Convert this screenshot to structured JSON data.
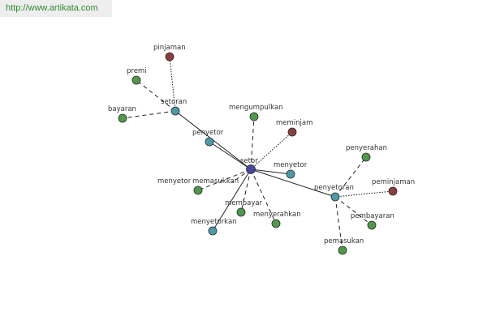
{
  "banner": {
    "url": "http://www.artikata.com"
  },
  "palette": {
    "center": "#4646a0",
    "hub": "#4d9aa8",
    "leaf": "#4f9a4a",
    "special": "#8a3f3f",
    "banner_bg": "#eeeeee",
    "banner_text": "#2e8b2e"
  },
  "nodes": [
    {
      "id": "setor",
      "label": "setor",
      "kind": "center"
    },
    {
      "id": "setoran",
      "label": "setoran",
      "kind": "hub"
    },
    {
      "id": "penyetor",
      "label": "penyetor",
      "kind": "hub"
    },
    {
      "id": "menyetor-hub",
      "label": "menyetor",
      "kind": "hub"
    },
    {
      "id": "penyetoran",
      "label": "penyetoran",
      "kind": "hub"
    },
    {
      "id": "menyetorkan",
      "label": "menyetorkan",
      "kind": "hub"
    },
    {
      "id": "pinjaman",
      "label": "pinjaman",
      "kind": "special"
    },
    {
      "id": "premi",
      "label": "premi",
      "kind": "leaf"
    },
    {
      "id": "bayaran",
      "label": "bayaran",
      "kind": "leaf"
    },
    {
      "id": "mengumpulkan",
      "label": "mengumpulkan",
      "kind": "leaf"
    },
    {
      "id": "meminjam",
      "label": "meminjam",
      "kind": "special"
    },
    {
      "id": "menyetor-leaf",
      "label": "menyetor",
      "kind": "leaf"
    },
    {
      "id": "memasukkan",
      "label": "memasukkan",
      "kind": "leaf"
    },
    {
      "id": "membayar",
      "label": "membayar",
      "kind": "leaf"
    },
    {
      "id": "menyerahkan",
      "label": "menyerahkan",
      "kind": "leaf"
    },
    {
      "id": "penyerahan",
      "label": "penyerahan",
      "kind": "leaf"
    },
    {
      "id": "peminjaman",
      "label": "peminjaman",
      "kind": "special"
    },
    {
      "id": "pembayaran",
      "label": "pembayaran",
      "kind": "leaf"
    },
    {
      "id": "pemasukan",
      "label": "pemasukan",
      "kind": "leaf"
    }
  ],
  "edges": [
    {
      "from": "setor",
      "to": "setoran",
      "style": "solid"
    },
    {
      "from": "setor",
      "to": "penyetor",
      "style": "solid"
    },
    {
      "from": "setor",
      "to": "menyetor-hub",
      "style": "solid"
    },
    {
      "from": "setor",
      "to": "penyetoran",
      "style": "solid"
    },
    {
      "from": "setor",
      "to": "menyetorkan",
      "style": "solid"
    },
    {
      "from": "setor",
      "to": "mengumpulkan",
      "style": "dashed"
    },
    {
      "from": "setor",
      "to": "meminjam",
      "style": "dotted"
    },
    {
      "from": "setor",
      "to": "memasukkan",
      "style": "dashed"
    },
    {
      "from": "setor",
      "to": "menyetor-leaf",
      "style": "dashed"
    },
    {
      "from": "setor",
      "to": "membayar",
      "style": "dashed"
    },
    {
      "from": "setor",
      "to": "menyerahkan",
      "style": "dashed"
    },
    {
      "from": "setoran",
      "to": "pinjaman",
      "style": "dotted"
    },
    {
      "from": "setoran",
      "to": "premi",
      "style": "dashed"
    },
    {
      "from": "setoran",
      "to": "bayaran",
      "style": "dashed"
    },
    {
      "from": "penyetoran",
      "to": "penyerahan",
      "style": "dashed"
    },
    {
      "from": "penyetoran",
      "to": "peminjaman",
      "style": "dotted"
    },
    {
      "from": "penyetoran",
      "to": "pembayaran",
      "style": "dashed"
    },
    {
      "from": "penyetoran",
      "to": "pemasukan",
      "style": "dashed"
    }
  ]
}
